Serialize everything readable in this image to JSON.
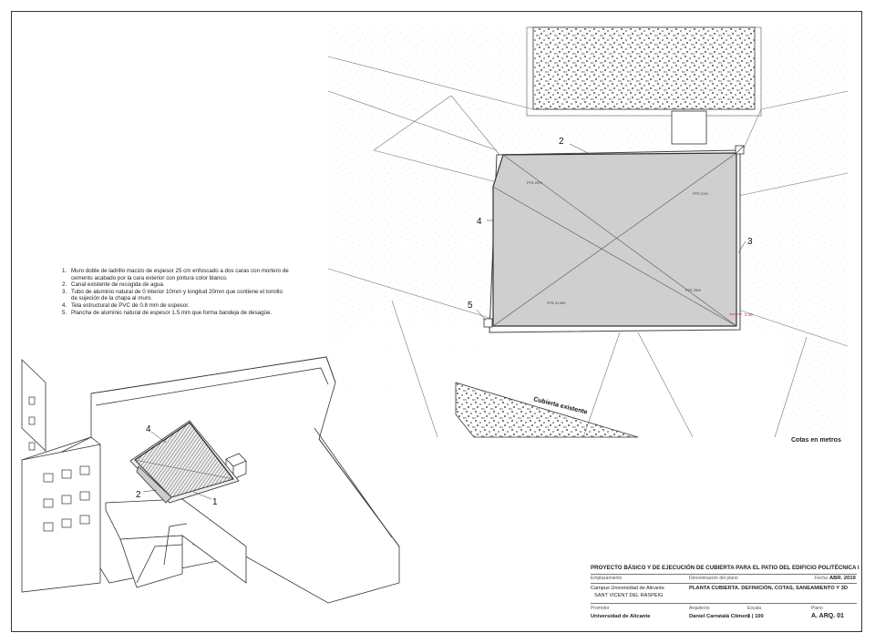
{
  "notes": [
    {
      "num": "1.",
      "text": "Muro doble de ladrillo macizo de espesor 25 cm enfoscado a dos caras con mortero de cemento acabado por la cara exterior con pintura color blanco."
    },
    {
      "num": "2.",
      "text": "Canal existente de recogida de agua."
    },
    {
      "num": "3.",
      "text": "Tubo de aluminio natural de 0 interior 10mm y longitud 20mm que contiene el tornillo de sujeción de la chapa al muro."
    },
    {
      "num": "4.",
      "text": "Tela estructural de PVC de 0.8 mm de espesor."
    },
    {
      "num": "5.",
      "text": "Plancha de aluminio natural de espesor 1.5 mm que forma bandeja de desagüe."
    }
  ],
  "plan": {
    "labels": {
      "n2": "2",
      "n3": "3",
      "n4": "4",
      "n5": "5"
    },
    "slopes": {
      "tl": "PTE 20%",
      "tr": "PTE 21%",
      "bl": "PTE 21.8%",
      "br": "PTE 25%"
    },
    "dimension": "0.35",
    "existing_roof": "Cubierta existente",
    "units_note": "Cotas en metros"
  },
  "axo_labels": {
    "n4": "4",
    "n2": "2",
    "n1": "1"
  },
  "title_block": {
    "project": "PROYECTO BÁSICO Y DE EJECUCIÓN DE CUBIERTA PARA EL PATIO DEL EDIFICIO POLITÉCNICA I",
    "emplazamiento_label": "Emplazamiento",
    "denominacion_label": "Denominación del plano",
    "fecha_label": "Fecha",
    "fecha_value": "ABR. 2019",
    "emplazamiento_line1": "Campus Universidad de Alicante",
    "emplazamiento_line2": "SANT VICENT DEL RASPEIG",
    "denominacion_value": "PLANTA CUBIERTA. DEFINICIÓN, COTAS, SANEAMIENTO Y 3D",
    "promotor_label": "Promotor",
    "promotor_value": "Universidad de Alicante",
    "arquitecto_label": "Arquitecto",
    "arquitecto_value": "Daniel Carratalá Climent",
    "escala_label": "Escala",
    "escala_value": "1 | 100",
    "plano_label": "Plano",
    "plano_value": "A. ARQ. 01"
  }
}
